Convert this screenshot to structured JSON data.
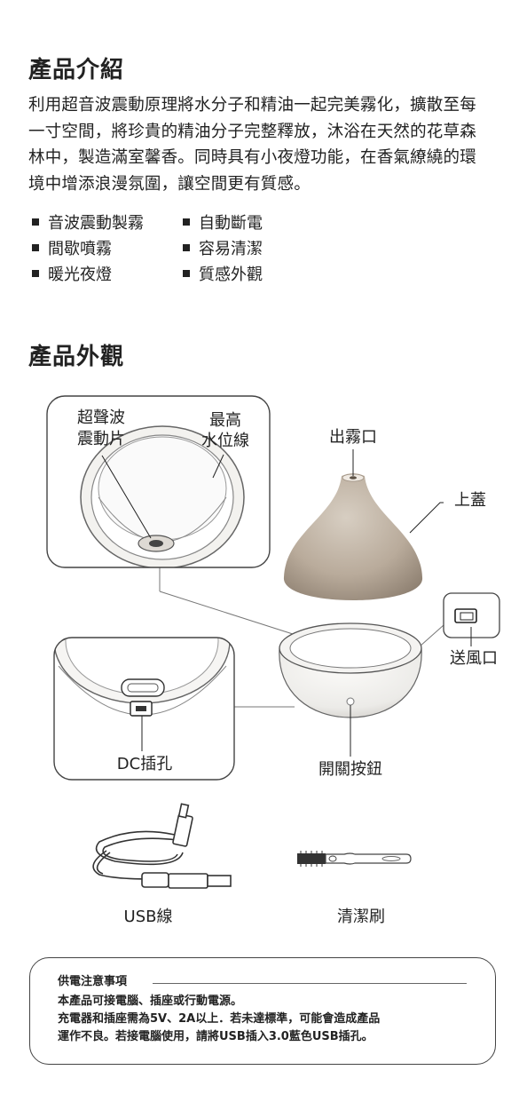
{
  "intro": {
    "title": "產品介紹",
    "paragraph": "利用超音波震動原理將水分子和精油一起完美霧化，擴散至每一寸空間，將珍貴的精油分子完整釋放，沐浴在天然的花草森林中，製造滿室馨香。同時具有小夜燈功能，在香氣繚繞的環境中增添浪漫氛圍，讓空間更有質感。",
    "features": [
      "音波震動製霧",
      "自動斷電",
      "間歇噴霧",
      "容易清潔",
      "暖光夜燈",
      "質感外觀"
    ]
  },
  "exterior": {
    "title": "產品外觀",
    "labels": {
      "ultrasonic_1": "超聲波",
      "ultrasonic_2": "震動片",
      "max_water_1": "最高",
      "max_water_2": "水位線",
      "mist_outlet": "出霧口",
      "top_cover": "上蓋",
      "air_vent": "送風口",
      "dc_jack": "DC插孔",
      "power_switch": "開關按鈕",
      "usb_cable": "USB線",
      "cleaning_brush": "清潔刷"
    }
  },
  "notice": {
    "title": "供電注意事項",
    "lines": [
      "本產品可接電腦、插座或行動電源。",
      "充電器和插座需為5V、2A以上．若未達標準，可能會造成產品",
      "運作不良。若接電腦使用，請將USB插入3.0藍色USB插孔。"
    ]
  }
}
